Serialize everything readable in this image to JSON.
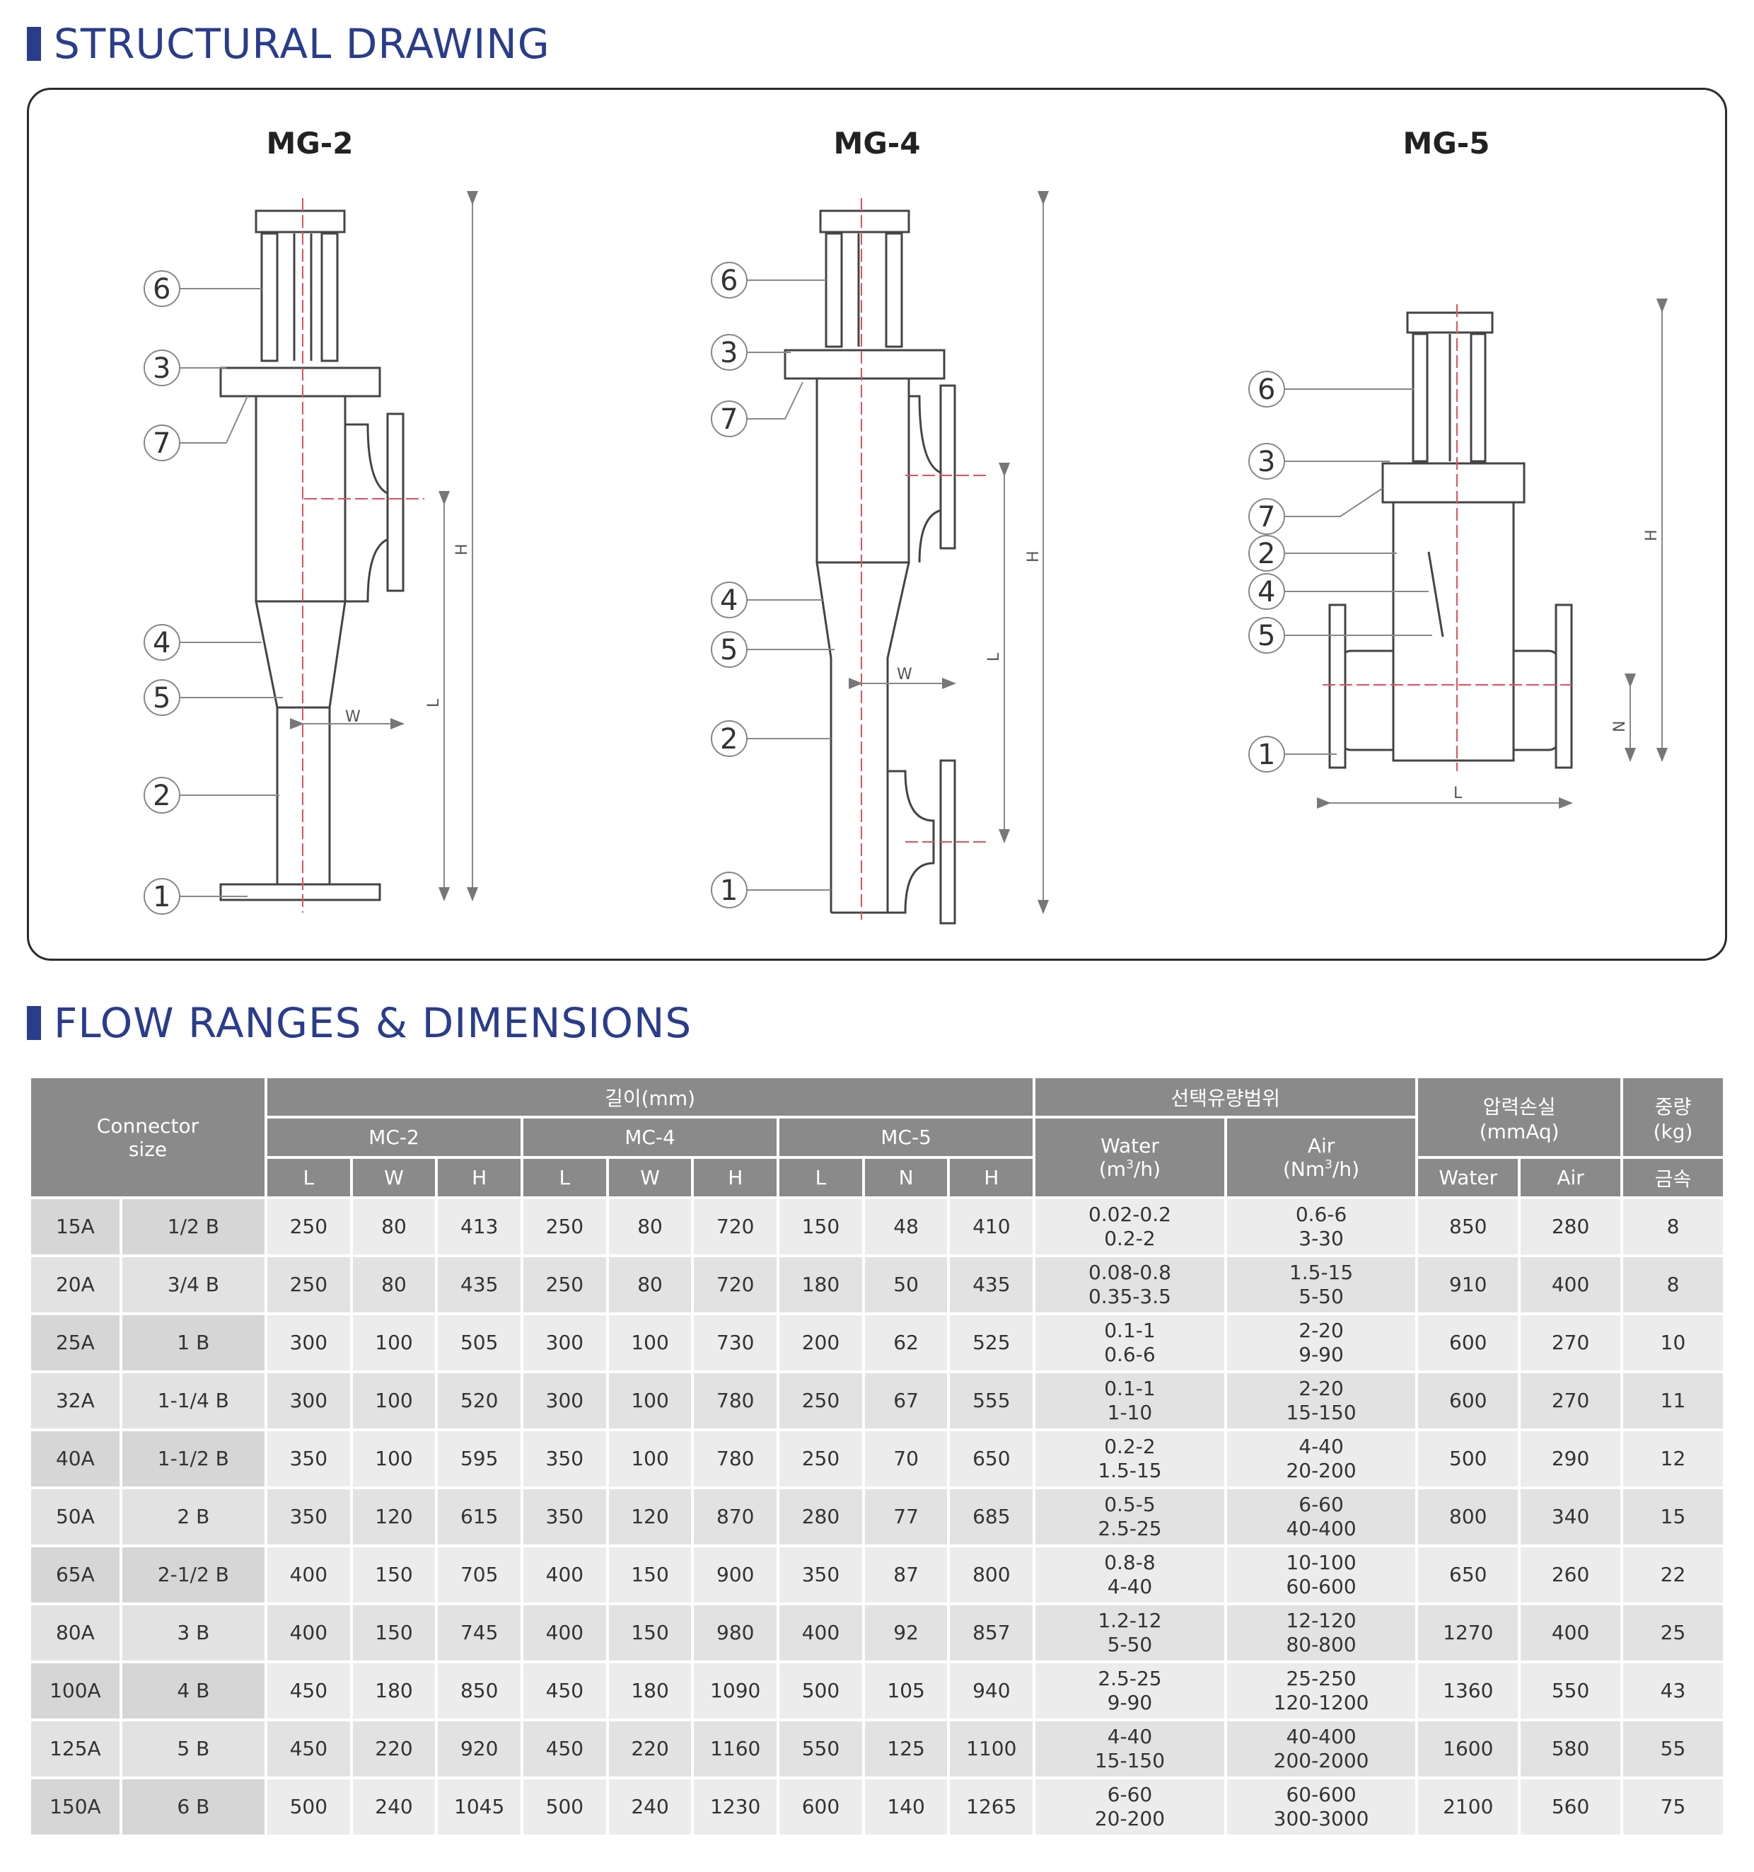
{
  "section1": {
    "title": "STRUCTURAL DRAWING"
  },
  "section2": {
    "title": "FLOW RANGES & DIMENSIONS"
  },
  "drawings": {
    "models": [
      "MG-2",
      "MG-4",
      "MG-5"
    ],
    "dimension_letters": {
      "h": "H",
      "l": "L",
      "w": "W",
      "n": "N"
    },
    "part_numbers": [
      "1",
      "2",
      "3",
      "4",
      "5",
      "6",
      "7"
    ]
  },
  "table": {
    "header": {
      "connector": "Connector\nsize",
      "length_group": "길이(mm)",
      "flow_group": "선택유량범위",
      "pressure_group": "압력손실\n(mmAq)",
      "weight_group": "중량\n(kg)",
      "mc2": "MC-2",
      "mc4": "MC-4",
      "mc5": "MC-5",
      "water_unit_label": "Water",
      "water_unit": "(m",
      "air_unit_label": "Air",
      "air_unit": "(Nm",
      "unit_sup": "3",
      "unit_end": "/h)",
      "L": "L",
      "W": "W",
      "H": "H",
      "N": "N",
      "water": "Water",
      "air": "Air",
      "metal": "금속"
    },
    "rows": [
      {
        "a": "15A",
        "b": "1/2 B",
        "mc2": [
          "250",
          "80",
          "413"
        ],
        "mc4": [
          "250",
          "80",
          "720"
        ],
        "mc5": [
          "150",
          "48",
          "410"
        ],
        "water": "0.02-0.2\n0.2-2",
        "air": "0.6-6\n3-30",
        "pw": "850",
        "pa": "280",
        "kg": "8"
      },
      {
        "a": "20A",
        "b": "3/4 B",
        "mc2": [
          "250",
          "80",
          "435"
        ],
        "mc4": [
          "250",
          "80",
          "720"
        ],
        "mc5": [
          "180",
          "50",
          "435"
        ],
        "water": "0.08-0.8\n0.35-3.5",
        "air": "1.5-15\n5-50",
        "pw": "910",
        "pa": "400",
        "kg": "8"
      },
      {
        "a": "25A",
        "b": "1 B",
        "mc2": [
          "300",
          "100",
          "505"
        ],
        "mc4": [
          "300",
          "100",
          "730"
        ],
        "mc5": [
          "200",
          "62",
          "525"
        ],
        "water": "0.1-1\n0.6-6",
        "air": "2-20\n9-90",
        "pw": "600",
        "pa": "270",
        "kg": "10"
      },
      {
        "a": "32A",
        "b": "1-1/4 B",
        "mc2": [
          "300",
          "100",
          "520"
        ],
        "mc4": [
          "300",
          "100",
          "780"
        ],
        "mc5": [
          "250",
          "67",
          "555"
        ],
        "water": "0.1-1\n1-10",
        "air": "2-20\n15-150",
        "pw": "600",
        "pa": "270",
        "kg": "11"
      },
      {
        "a": "40A",
        "b": "1-1/2 B",
        "mc2": [
          "350",
          "100",
          "595"
        ],
        "mc4": [
          "350",
          "100",
          "780"
        ],
        "mc5": [
          "250",
          "70",
          "650"
        ],
        "water": "0.2-2\n1.5-15",
        "air": "4-40\n20-200",
        "pw": "500",
        "pa": "290",
        "kg": "12"
      },
      {
        "a": "50A",
        "b": "2 B",
        "mc2": [
          "350",
          "120",
          "615"
        ],
        "mc4": [
          "350",
          "120",
          "870"
        ],
        "mc5": [
          "280",
          "77",
          "685"
        ],
        "water": "0.5-5\n2.5-25",
        "air": "6-60\n40-400",
        "pw": "800",
        "pa": "340",
        "kg": "15"
      },
      {
        "a": "65A",
        "b": "2-1/2 B",
        "mc2": [
          "400",
          "150",
          "705"
        ],
        "mc4": [
          "400",
          "150",
          "900"
        ],
        "mc5": [
          "350",
          "87",
          "800"
        ],
        "water": "0.8-8\n4-40",
        "air": "10-100\n60-600",
        "pw": "650",
        "pa": "260",
        "kg": "22"
      },
      {
        "a": "80A",
        "b": "3 B",
        "mc2": [
          "400",
          "150",
          "745"
        ],
        "mc4": [
          "400",
          "150",
          "980"
        ],
        "mc5": [
          "400",
          "92",
          "857"
        ],
        "water": "1.2-12\n5-50",
        "air": "12-120\n80-800",
        "pw": "1270",
        "pa": "400",
        "kg": "25"
      },
      {
        "a": "100A",
        "b": "4 B",
        "mc2": [
          "450",
          "180",
          "850"
        ],
        "mc4": [
          "450",
          "180",
          "1090"
        ],
        "mc5": [
          "500",
          "105",
          "940"
        ],
        "water": "2.5-25\n9-90",
        "air": "25-250\n120-1200",
        "pw": "1360",
        "pa": "550",
        "kg": "43"
      },
      {
        "a": "125A",
        "b": "5 B",
        "mc2": [
          "450",
          "220",
          "920"
        ],
        "mc4": [
          "450",
          "220",
          "1160"
        ],
        "mc5": [
          "550",
          "125",
          "1100"
        ],
        "water": "4-40\n15-150",
        "air": "40-400\n200-2000",
        "pw": "1600",
        "pa": "580",
        "kg": "55"
      },
      {
        "a": "150A",
        "b": "6 B",
        "mc2": [
          "500",
          "240",
          "1045"
        ],
        "mc4": [
          "500",
          "240",
          "1230"
        ],
        "mc5": [
          "600",
          "140",
          "1265"
        ],
        "water": "6-60\n20-200",
        "air": "60-600\n300-3000",
        "pw": "2100",
        "pa": "560",
        "kg": "75"
      }
    ]
  }
}
